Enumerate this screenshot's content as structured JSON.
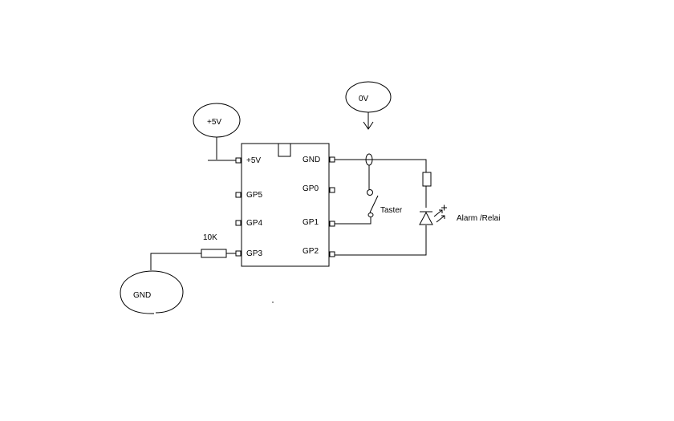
{
  "labels": {
    "supply_plus": "+5V",
    "supply_zero": "0V",
    "ground": "GND",
    "resistor_value": "10K",
    "switch_label": "Taster",
    "output_label": "Alarm /Relai"
  },
  "chip": {
    "left_pins": [
      "+5V",
      "GP5",
      "GP4",
      "GP3"
    ],
    "right_pins": [
      "GND",
      "GP0",
      "GP1",
      "GP2"
    ]
  }
}
